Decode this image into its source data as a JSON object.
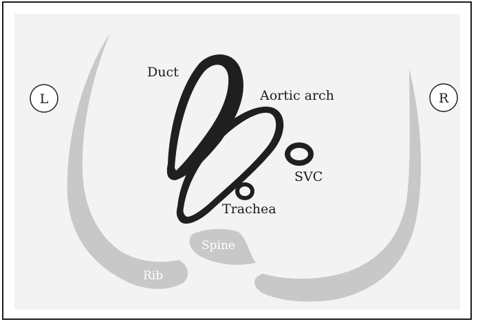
{
  "diagram": {
    "labels": {
      "left_marker": "L",
      "right_marker": "R",
      "duct": "Duct",
      "aortic_arch": "Aortic arch",
      "svc": "SVC",
      "trachea": "Trachea",
      "spine": "Spine",
      "rib": "Rib"
    },
    "colors": {
      "structure_fill": "#1f1f1f",
      "bone_fill": "#c8c8c8",
      "background": "#f3f3f3",
      "border": "#1a1a1a"
    }
  }
}
